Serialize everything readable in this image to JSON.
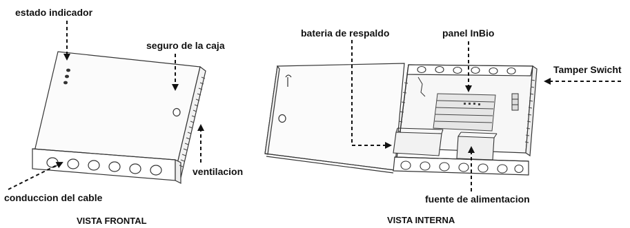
{
  "labels": {
    "estado_indicador": "estado indicador",
    "seguro_caja": "seguro de la caja",
    "ventilacion": "ventilacion",
    "conduccion_cable": "conduccion del cable",
    "bateria_respaldo": "bateria de respaldo",
    "panel_inbio": "panel InBio",
    "tamper": "Tamper Swicht",
    "fuente": "fuente de alimentacion"
  },
  "captions": {
    "frontal": "VISTA FRONTAL",
    "interna": "VISTA INTERNA"
  },
  "colors": {
    "ink": "#111111",
    "line": "#333333",
    "background": "#ffffff"
  }
}
